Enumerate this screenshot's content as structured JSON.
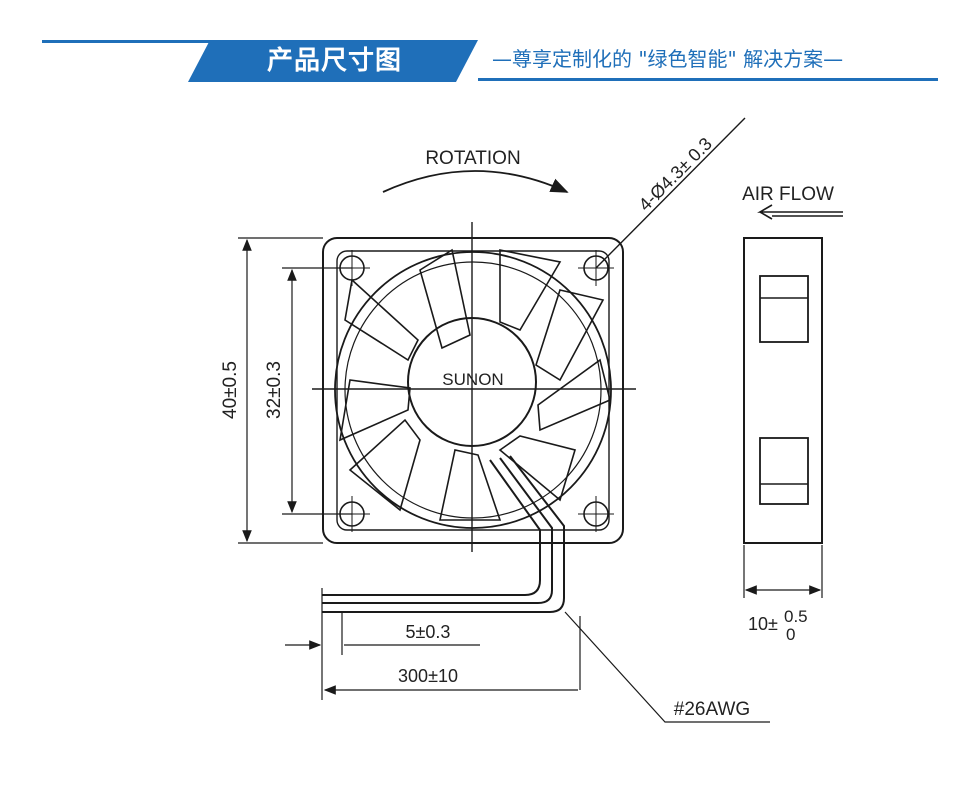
{
  "header": {
    "title": "产品尺寸图",
    "subtitle": "—尊享定制化的 \"绿色智能\" 解决方案—"
  },
  "drawing": {
    "rotation_label": "ROTATION",
    "hole_label": "4-Ø4.3± 0.3",
    "airflow_label": "AIR FLOW",
    "brand_label": "SUNON",
    "outer_dim_label": "40±0.5",
    "hole_pitch_label": "32±0.3",
    "thickness_label": "10±",
    "thickness_tol_upper": "0.5",
    "thickness_tol_lower": "0",
    "strip_length_label": "5±0.3",
    "lead_length_label": "300±10",
    "wire_gauge_label": "#26AWG"
  },
  "colors": {
    "accent": "#1f6fb9",
    "line": "#1a1a1a"
  }
}
